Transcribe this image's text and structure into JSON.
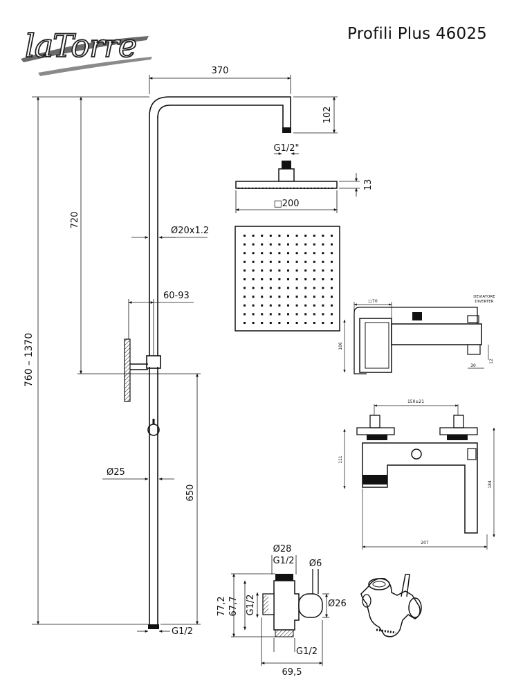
{
  "header": {
    "brand": "laTorre",
    "product_title": "Profili Plus 46025"
  },
  "shower_column": {
    "arm_length": "370",
    "arm_drop": "102",
    "riser_height": "720",
    "total_height_range": "760 – 1370",
    "tube_diameter": "Ø20x1.2",
    "bracket_distance": "60-93",
    "lower_tube_diameter": "Ø25",
    "lower_tube_length": "650",
    "bottom_thread": "G1/2"
  },
  "head_shower": {
    "thread": "G1/2\"",
    "thickness": "13",
    "size": "□200"
  },
  "mixer_side_view": {
    "body_width": "□70",
    "height": "106",
    "diverter_label_1": "DEVIATORE",
    "diverter_label_2": "DIVERTER",
    "spout_drop": "12",
    "spout_width": "30"
  },
  "mixer_front_view": {
    "centres": "150±21",
    "height_inlet": "111",
    "total_height": "184",
    "total_length": "207"
  },
  "diverter_valve": {
    "outer_diameter": "Ø28",
    "top_thread": "G1/2",
    "pin_diameter": "Ø6",
    "body_height_outer": "77,2",
    "body_height_inner": "67,7",
    "side_thread": "G1/2",
    "outlet_diameter": "Ø26",
    "bottom_thread": "G1/2",
    "total_width": "69,5"
  }
}
